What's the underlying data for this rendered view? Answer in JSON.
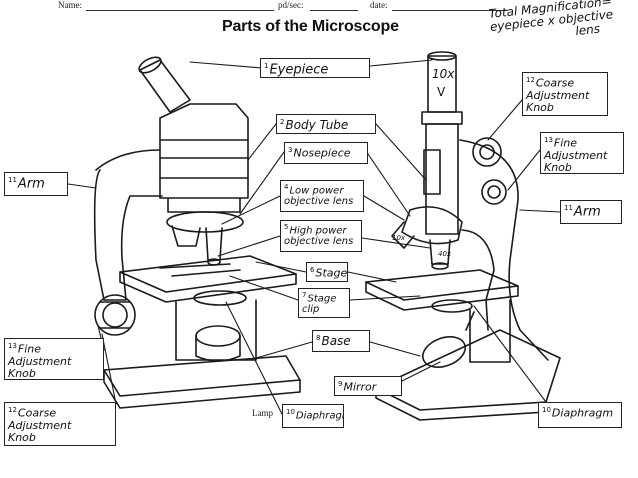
{
  "header": {
    "name_label": "Name:",
    "pdsec_label": "pd/sec:",
    "date_label": "date:"
  },
  "title": "Parts of the Microscope",
  "magnification_note": {
    "line1": "Total Magnification=",
    "line2": "eyepiece x objective",
    "line3": "lens"
  },
  "labels": [
    {
      "num": "1",
      "text": "Eyepiece"
    },
    {
      "num": "2",
      "text": "Body Tube"
    },
    {
      "num": "3",
      "text": "Nosepiece"
    },
    {
      "num": "4",
      "text": "Low power\nobjective lens"
    },
    {
      "num": "5",
      "text": "High power\nobjective lens"
    },
    {
      "num": "6",
      "text": "Stage"
    },
    {
      "num": "7",
      "text": "Stage\nclip"
    },
    {
      "num": "8",
      "text": "Base"
    },
    {
      "num": "9",
      "text": "Mirror"
    },
    {
      "num": "10",
      "text": "Diaphragm"
    },
    {
      "num": "10",
      "text": "Diaphragm"
    },
    {
      "num": "11",
      "text": "Arm"
    },
    {
      "num": "11",
      "text": "Arm"
    },
    {
      "num": "12",
      "text": "Coarse\nAdjustment\nKnob"
    },
    {
      "num": "12",
      "text": "Coarse\nAdjustment\nKnob"
    },
    {
      "num": "13",
      "text": "Fine\nAdjustment\nKnob"
    },
    {
      "num": "13",
      "text": "Fine\nAdjustment\nKnob"
    }
  ],
  "eyepiece_mark": "10x",
  "objective_mark_left": "10x",
  "objective_mark_right": "40x",
  "lamp_label": "Lamp"
}
